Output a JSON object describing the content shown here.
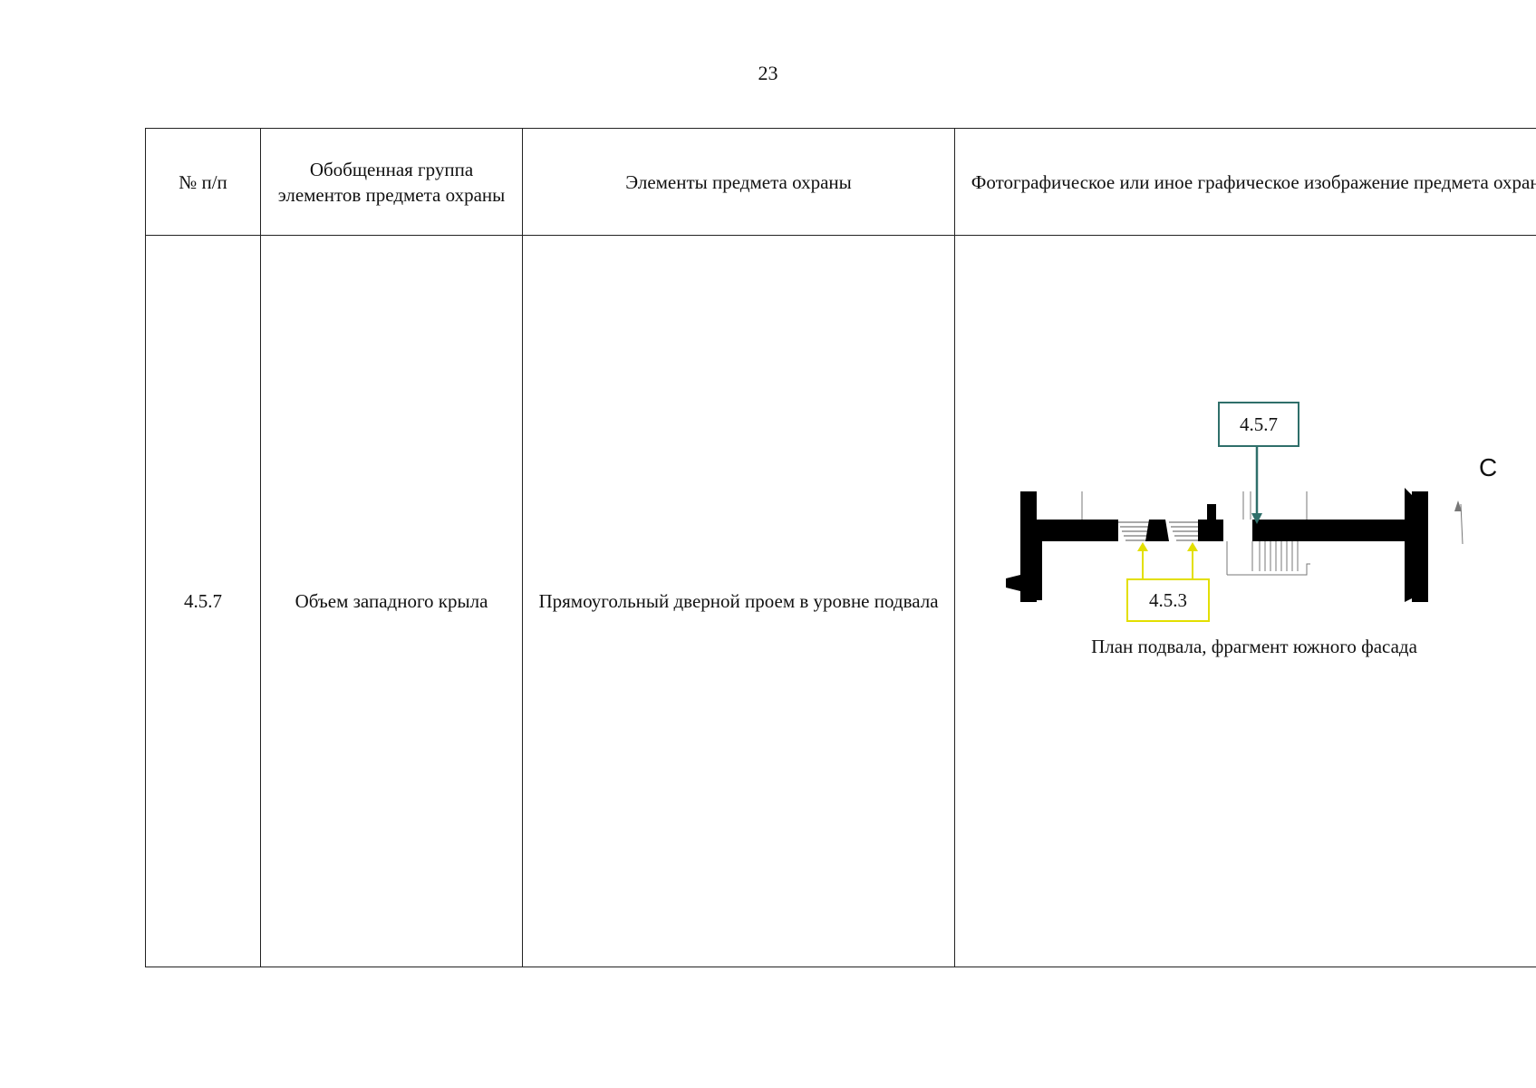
{
  "page_number": "23",
  "table": {
    "headers": {
      "num": "№ п/п",
      "group": "Обобщенная группа элементов предмета охраны",
      "elements": "Элементы предмета охраны",
      "image": "Фотографическое или иное графическое изображение предмета охраны*"
    },
    "rows": [
      {
        "num": "4.5.7",
        "group": "Объем западного крыла",
        "elements": "Прямоугольный дверной проем в уровне подвала"
      }
    ]
  },
  "drawing": {
    "label_main": "4.5.7",
    "label_ref": "4.5.3",
    "north_letter": "С",
    "caption": "План подвала, фрагмент южного фасада",
    "colors": {
      "main_label": "#2f6f6a",
      "ref_label": "#e3df00",
      "walls": "#000000"
    }
  }
}
